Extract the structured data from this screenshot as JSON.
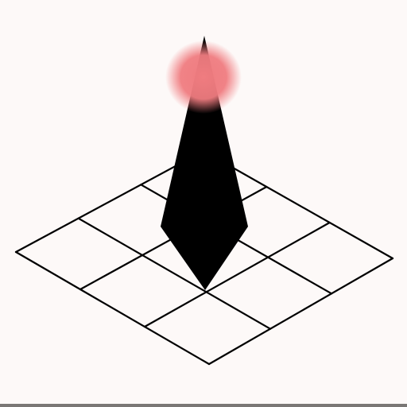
{
  "scene": {
    "subject": "isometric-3x3-grid-with-black-spike",
    "grid": {
      "rows": 3,
      "columns": 3,
      "line_color": "#000000"
    },
    "spike": {
      "fill_color": "#000000"
    },
    "glow": {
      "color": "#f07c80"
    },
    "colors": {
      "background": "#fdf9f8",
      "bottom_border": "#7a7775"
    }
  }
}
